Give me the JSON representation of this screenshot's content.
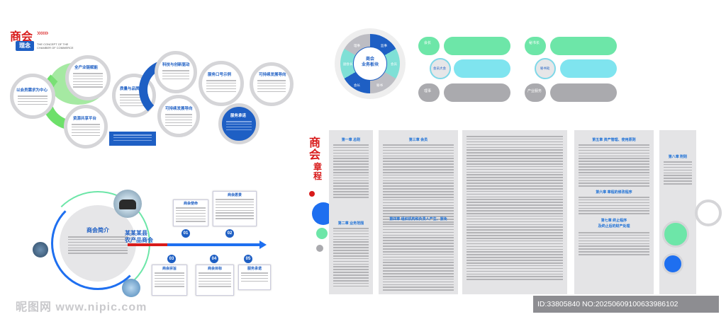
{
  "top_left": {
    "brand": "商会",
    "arrows": "»»»",
    "concept_label": "理念",
    "concept_en": "THE CONCEPT OF THE CHAMBER OF COMMERCE",
    "bubbles": {
      "center_demand": "以会员需求为中心",
      "empower": "全产业链赋能",
      "share": "资源共享平台",
      "quality": "质量与品牌护航",
      "tech": "科技与创新驱动",
      "slogan": "服务口号示例",
      "sustain_top": "可持续发展导向",
      "sustain_mid": "可持续发展导向",
      "promise": "服务承诺"
    }
  },
  "top_right": {
    "wheel_center_line1": "商会",
    "wheel_center_line2": "业务板块",
    "segments": [
      "理事",
      "监事",
      "会员",
      "秘书",
      "会长",
      "副会长"
    ],
    "left_labels": [
      "会长",
      "会员大会",
      "理事"
    ],
    "right_labels": [
      "秘书长",
      "秘书处",
      "产业服务"
    ]
  },
  "charter": {
    "title_a": "商会",
    "title_b": "章程",
    "chapters": [
      "第一章 总则",
      "第二章 业务范围",
      "第三章 会员",
      "第四章 组织机构和负责人产生、罢免",
      "第五章 资产管理、使用原则",
      "第六章 章程的修改程序",
      "第七章 终止程序",
      "及终止后的财产处理",
      "第八章 附则"
    ]
  },
  "bottom_left": {
    "intro_title": "商会简介",
    "name_line1": "某某某县",
    "name_line2": "农产品商会",
    "steps": [
      "01",
      "02",
      "03",
      "04",
      "05"
    ],
    "card_titles": [
      "商会使命",
      "商会愿景",
      "商会宗旨",
      "商会目标",
      "服务承诺"
    ]
  },
  "watermark": {
    "site": "昵图网 www.nipic.com",
    "id": "ID:33805840 NO:20250609100633986102"
  }
}
